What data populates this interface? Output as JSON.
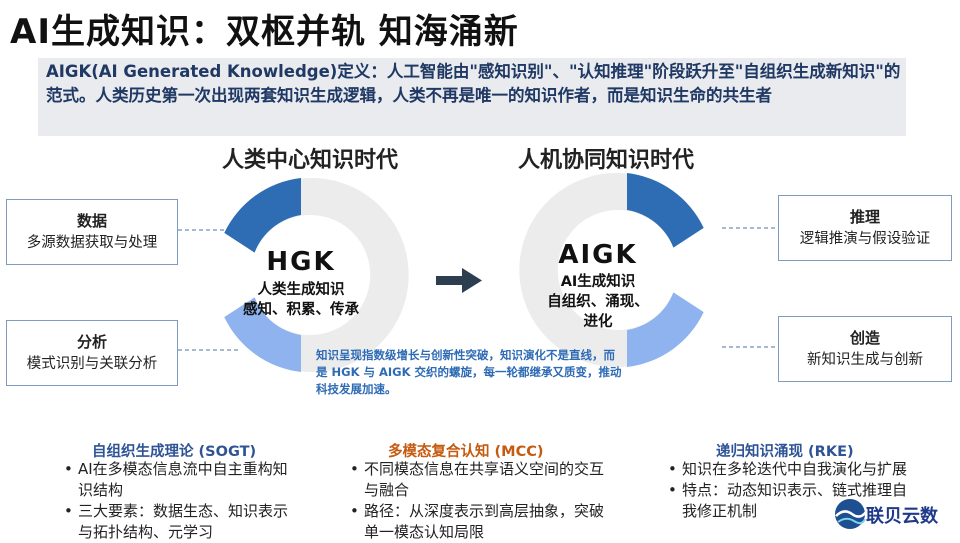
{
  "title": "AI生成知识：双枢并轨 知海涌新",
  "definition": "AIGK(AI Generated Knowledge)定义：人工智能由\"感知识别\"、\"认知推理\"阶段跃升至\"自组织生成新知识\"的范式。人类历史第一次出现两套知识生成逻辑，人类不再是唯一的知识作者，而是知识生命的共生者",
  "left_era": {
    "heading": "人类中心知识时代",
    "center_big": "HGK",
    "center_line1": "人类生成知识",
    "center_line2": "感知、积累、传承",
    "card_top": {
      "title": "数据",
      "sub": "多源数据获取与处理"
    },
    "card_bottom": {
      "title": "分析",
      "sub": "模式识别与关联分析"
    }
  },
  "right_era": {
    "heading": "人机协同知识时代",
    "center_big": "AIGK",
    "center_line1": "AI生成知识",
    "center_line2": "自组织、涌现、",
    "center_line3": "进化",
    "card_top": {
      "title": "推理",
      "sub": "逻辑推演与假设验证"
    },
    "card_bottom": {
      "title": "创造",
      "sub": "新知识生成与创新"
    }
  },
  "note": "知识呈现指数级增长与创新性突破，知识演化不是直线，而是 HGK 与 AIGK 交织的螺旋，每一轮都继承又质变，推动科技发展加速。",
  "columns": [
    {
      "heading": "自组织生成理论 (SOGT)",
      "items": [
        "AI在多模态信息流中自主重构知识结构",
        "三大要素：数据生态、知识表示与拓扑结构、元学习"
      ]
    },
    {
      "heading": "多模态复合认知 (MCC)",
      "items": [
        "不同模态信息在共享语义空间的交互与融合",
        "路径：从深度表示到高层抽象，突破单一模态认知局限"
      ]
    },
    {
      "heading": "递归知识涌现 (RKE)",
      "items": [
        "知识在多轮迭代中自我演化与扩展",
        "特点：动态知识表示、链式推理自我修正机制"
      ]
    }
  ],
  "logo": {
    "name": "联贝云数"
  },
  "colors": {
    "dark_blue": "#2e6db3",
    "light_blue": "#8fb3ef",
    "ring_gray": "#ececec",
    "accent_orange": "#c55a11",
    "note_blue": "#2e6bb5"
  }
}
